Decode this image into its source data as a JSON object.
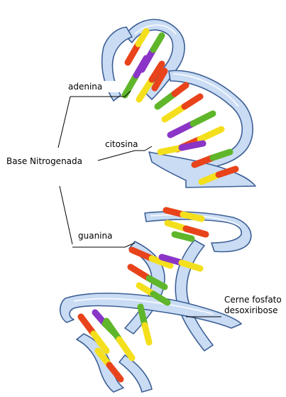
{
  "labels": {
    "adenina": "adenina",
    "citosina": "citosina",
    "base_nitrogenada": "Base Nitrogenada",
    "guanina": "guanina",
    "cerne_line1": "Cerne fosfato",
    "cerne_line2": "desoxiribose"
  },
  "colors": {
    "adenine": "#e8431b",
    "thymine": "#f4df1c",
    "guanine": "#5fb62a",
    "cytosine": "#8a35c7",
    "backbone_fill": "#c9dcf4",
    "backbone_stroke": "#3d5f95"
  }
}
